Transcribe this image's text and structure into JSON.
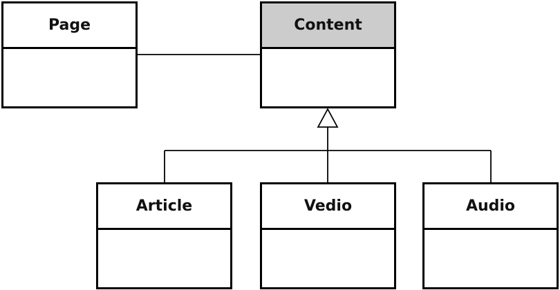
{
  "diagram": {
    "classes": {
      "page": {
        "name": "Page"
      },
      "content": {
        "name": "Content",
        "fill": "#cccccc"
      },
      "article": {
        "name": "Article"
      },
      "vedio": {
        "name": "Vedio"
      },
      "audio": {
        "name": "Audio"
      }
    },
    "relations": [
      {
        "type": "association",
        "from": "Page",
        "to": "Content"
      },
      {
        "type": "generalization",
        "from": "Article",
        "to": "Content"
      },
      {
        "type": "generalization",
        "from": "Vedio",
        "to": "Content"
      },
      {
        "type": "generalization",
        "from": "Audio",
        "to": "Content"
      }
    ],
    "colors": {
      "line": "#000000",
      "highlight": "#cccccc",
      "background": "#ffffff"
    }
  }
}
